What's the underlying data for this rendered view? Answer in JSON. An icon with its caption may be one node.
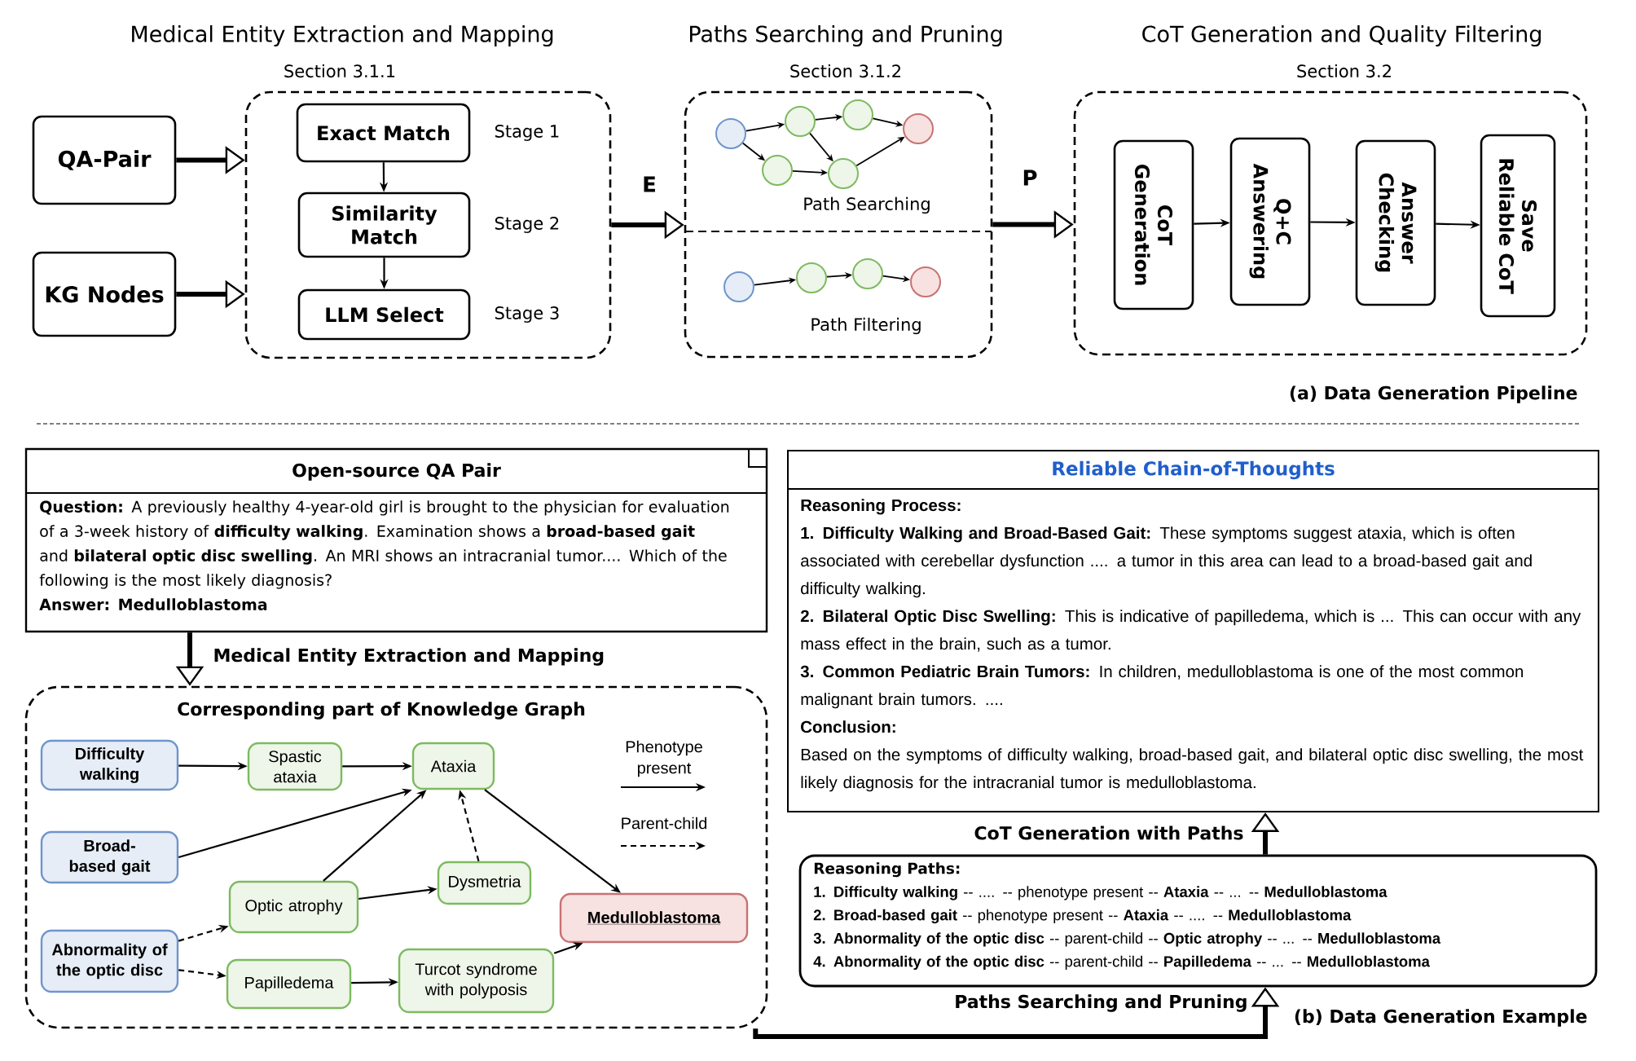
{
  "diagram": {
    "nodes": [
      {
        "text": [
          "QA-Pair"
        ]
      },
      {
        "text": [
          "KG Nodes"
        ]
      },
      {
        "text": [
          "Medical Entity Extraction and Mapping",
          "Section 3.1.1"
        ]
      },
      {
        "text": [
          "Exact Match"
        ],
        "in": 2,
        "beside": [
          "Stage 1"
        ]
      },
      {
        "text": [
          "Similarity Match"
        ],
        "in": 2,
        "beside": [
          "Stage 2"
        ]
      },
      {
        "text": [
          "LLM Select"
        ],
        "in": 2,
        "beside": [
          "Stage 3"
        ]
      },
      {
        "text": [
          "Paths Searching and Pruning",
          "Section 3.1.2",
          "Path Searching",
          "Path Filtering"
        ]
      },
      {
        "text": [],
        "shape": "circle",
        "in": 6
      },
      {
        "text": [],
        "shape": "circle",
        "in": 6
      },
      {
        "text": [],
        "shape": "circle",
        "in": 6
      },
      {
        "text": [],
        "shape": "circle",
        "in": 6
      },
      {
        "text": [],
        "shape": "circle",
        "in": 6
      },
      {
        "text": [],
        "shape": "circle",
        "in": 6
      },
      {
        "text": [],
        "shape": "circle",
        "in": 6
      },
      {
        "text": [],
        "shape": "circle",
        "in": 6
      },
      {
        "text": [],
        "shape": "circle",
        "in": 6
      },
      {
        "text": [],
        "shape": "circle",
        "in": 6
      },
      {
        "text": [
          "CoT Generation and Quality Filtering",
          "Section 3.2"
        ]
      },
      {
        "text": [
          "CoT Generation"
        ],
        "in": 17
      },
      {
        "text": [
          "Q+C Answering"
        ],
        "in": 17
      },
      {
        "text": [
          "Answer Checking"
        ],
        "in": 17
      },
      {
        "text": [
          "Save Reliable CoT"
        ],
        "in": 17
      },
      {
        "text": [
          "Open-source QA Pair",
          "**Question:** A previously healthy 4-year-old girl is brought to the physician for evaluation of a 3-week history of **difficulty walking**. Examination shows a **broad-based gait** and **bilateral optic disc swelling**. An MRI shows an intracranial tumor.... Which of the following is the most likely diagnosis?",
          "Answer: Medulloblastoma"
        ]
      },
      {
        "text": [
          "Reliable Chain-of-Thoughts",
          "Reasoning Process:",
          "**1. Difficulty Walking and Broad-Based Gait:** These symptoms suggest ataxia, which is often associated with cerebellar dysfunction .... a tumor in this area can lead to a broad-based gait and difficulty walking.",
          "**2. Bilateral Optic Disc Swelling:** This is indicative of papilledema, which is ... This can occur with any mass effect in the brain, such as a tumor.",
          "**3. Common Pediatric Brain Tumors:** In children, medulloblastoma is one of the most common malignant brain tumors. ....",
          "Conclusion:",
          "Based on the symptoms of difficulty walking, broad-based gait, and bilateral optic disc swelling, the most likely diagnosis for the intracranial tumor is medulloblastoma."
        ]
      },
      {
        "text": [
          "Corresponding part of Knowledge Graph"
        ]
      },
      {
        "text": [
          "Difficulty walking"
        ],
        "in": 24
      },
      {
        "text": [
          "Spastic ataxia"
        ],
        "in": 24
      },
      {
        "text": [
          "Ataxia"
        ],
        "in": 24
      },
      {
        "text": [
          "Broad-based gait"
        ],
        "in": 24
      },
      {
        "text": [
          "Dysmetria"
        ],
        "in": 24
      },
      {
        "text": [
          "Optic atrophy"
        ],
        "in": 24
      },
      {
        "text": [
          "Medulloblastoma"
        ],
        "in": 24
      },
      {
        "text": [
          "Abnormality of the optic disc"
        ],
        "in": 24
      },
      {
        "text": [
          "Papilledema"
        ],
        "in": 24
      },
      {
        "text": [
          "Turcot syndrome with polyposis"
        ],
        "in": 24
      },
      {
        "text": [
          "Reasoning Paths:",
          "**1. Difficulty walking** -- .... -- phenotype present -- **Ataxia** -- ... -- **Medulloblastoma**",
          "**2. Broad-based gait** -- phenotype present -- **Ataxia** -- .... -- **Medulloblastoma**",
          "**3. Abnormality of the optic disc** -- parent-child -- **Optic atrophy** -- ... -- **Medulloblastoma**",
          "**4. Abnormality of the optic disc** -- parent-child -- **Papilledema** -- ... -- **Medulloblastoma**"
        ]
      }
    ],
    "edges": [
      {
        "from": 0,
        "to": 2,
        "arrow": "to",
        "style": "thick"
      },
      {
        "from": 1,
        "to": 2,
        "arrow": "to",
        "style": "thick"
      },
      {
        "from": 3,
        "to": 4,
        "arrow": "to"
      },
      {
        "from": 4,
        "to": 5,
        "arrow": "to"
      },
      {
        "from": 2,
        "to": 6,
        "arrow": "to",
        "label": "E",
        "style": "thick"
      },
      {
        "from": 6,
        "to": 17,
        "arrow": "to",
        "label": "P",
        "style": "thick"
      },
      {
        "from": 18,
        "to": 19,
        "arrow": "to"
      },
      {
        "from": 19,
        "to": 20,
        "arrow": "to"
      },
      {
        "from": 20,
        "to": 21,
        "arrow": "to"
      },
      {
        "from": 7,
        "to": 9,
        "arrow": "to"
      },
      {
        "from": 7,
        "to": 8,
        "arrow": "to"
      },
      {
        "from": 9,
        "to": 11,
        "arrow": "to"
      },
      {
        "from": 9,
        "to": 10,
        "arrow": "to"
      },
      {
        "from": 8,
        "to": 10,
        "arrow": "to"
      },
      {
        "from": 11,
        "to": 12,
        "arrow": "to"
      },
      {
        "from": 10,
        "to": 12,
        "arrow": "to"
      },
      {
        "from": 13,
        "to": 14,
        "arrow": "to"
      },
      {
        "from": 14,
        "to": 15,
        "arrow": "to"
      },
      {
        "from": 15,
        "to": 16,
        "arrow": "to"
      },
      {
        "from": 22,
        "to": 24,
        "arrow": "to",
        "label": "Medical Entity Extraction and Mapping",
        "style": "thick"
      },
      {
        "from": 25,
        "to": 26,
        "arrow": "to"
      },
      {
        "from": 26,
        "to": 27,
        "arrow": "to"
      },
      {
        "from": 28,
        "to": 27,
        "arrow": "to"
      },
      {
        "from": 30,
        "to": 27,
        "arrow": "to"
      },
      {
        "from": 29,
        "to": 27,
        "arrow": "to",
        "style": "dashed"
      },
      {
        "from": 30,
        "to": 29,
        "arrow": "to"
      },
      {
        "from": 27,
        "to": 31,
        "arrow": "to"
      },
      {
        "from": 32,
        "to": 30,
        "arrow": "to",
        "style": "dashed"
      },
      {
        "from": 32,
        "to": 33,
        "arrow": "to",
        "style": "dashed"
      },
      {
        "from": 33,
        "to": 34,
        "arrow": "to"
      },
      {
        "from": 34,
        "to": 31,
        "arrow": "to"
      },
      {
        "from": 24,
        "to": 35,
        "arrow": "to",
        "label": "Paths Searching and Pruning",
        "style": "thick"
      },
      {
        "from": 35,
        "to": 23,
        "arrow": "to",
        "label": "CoT Generation with Paths",
        "style": "thick"
      }
    ],
    "labels": [
      "(a) Data Generation Pipeline",
      "(b) Data Generation Example"
    ],
    "legend": [
      {
        "text": "Phenotype present"
      },
      {
        "text": "Parent-child"
      }
    ]
  }
}
